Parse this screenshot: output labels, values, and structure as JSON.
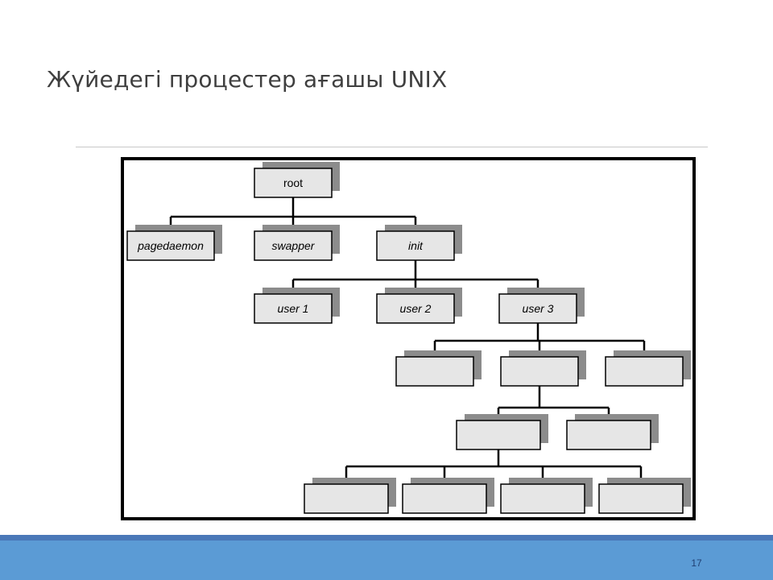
{
  "slide": {
    "title": "Жүйедегі процестер ағашы UNIX",
    "page_number": "17"
  },
  "tree": {
    "root": "root",
    "level1": [
      "pagedaemon",
      "swapper",
      "init"
    ],
    "level2": [
      "user 1",
      "user 2",
      "user 3"
    ],
    "level3": [
      "",
      "",
      ""
    ],
    "level4": [
      "",
      ""
    ],
    "level5": [
      "",
      "",
      "",
      ""
    ]
  },
  "colors": {
    "node_fill": "#e6e6e6",
    "node_shadow": "#8c8c8c",
    "footer_band": "#5b9bd5"
  }
}
